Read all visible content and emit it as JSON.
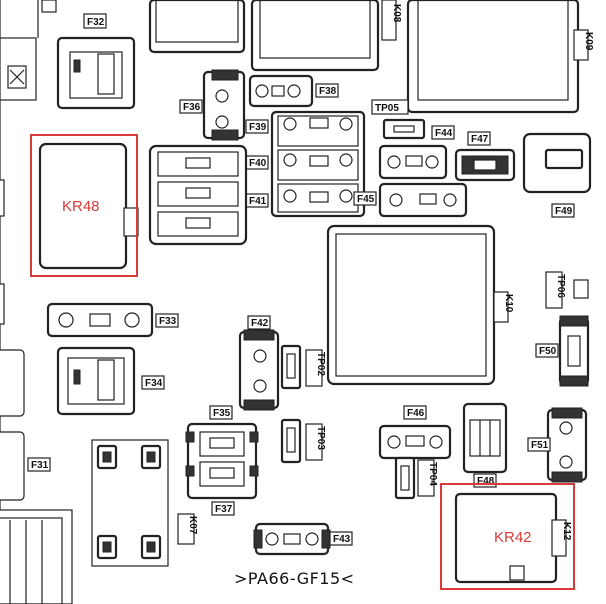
{
  "diagram": {
    "fuse_labels": {
      "F32": "F32",
      "F36": "F36",
      "F38": "F38",
      "F39": "F39",
      "F40": "F40",
      "F41": "F41",
      "F44": "F44",
      "F47": "F47",
      "F45": "F45",
      "F46": "F46",
      "F49": "F49",
      "F33": "F33",
      "F34": "F34",
      "F35": "F35",
      "F37": "F37",
      "F42": "F42",
      "F43": "F43",
      "F31": "F31",
      "F48": "F48",
      "F50": "F50",
      "F51": "F51"
    },
    "test_points": {
      "TP05": "TP05",
      "TP02": "TP02",
      "TP03": "TP03",
      "TP04": "TP04",
      "TP06": "TP06"
    },
    "relays": {
      "K08": "K08",
      "K10": "K10",
      "K07": "K07",
      "K12": "K12",
      "K09": "K09"
    },
    "material_marking": ">PA66-GF15<",
    "highlights": [
      {
        "label": "KR48",
        "color": "#d93a3a"
      },
      {
        "label": "KR42",
        "color": "#d93a3a"
      }
    ]
  }
}
